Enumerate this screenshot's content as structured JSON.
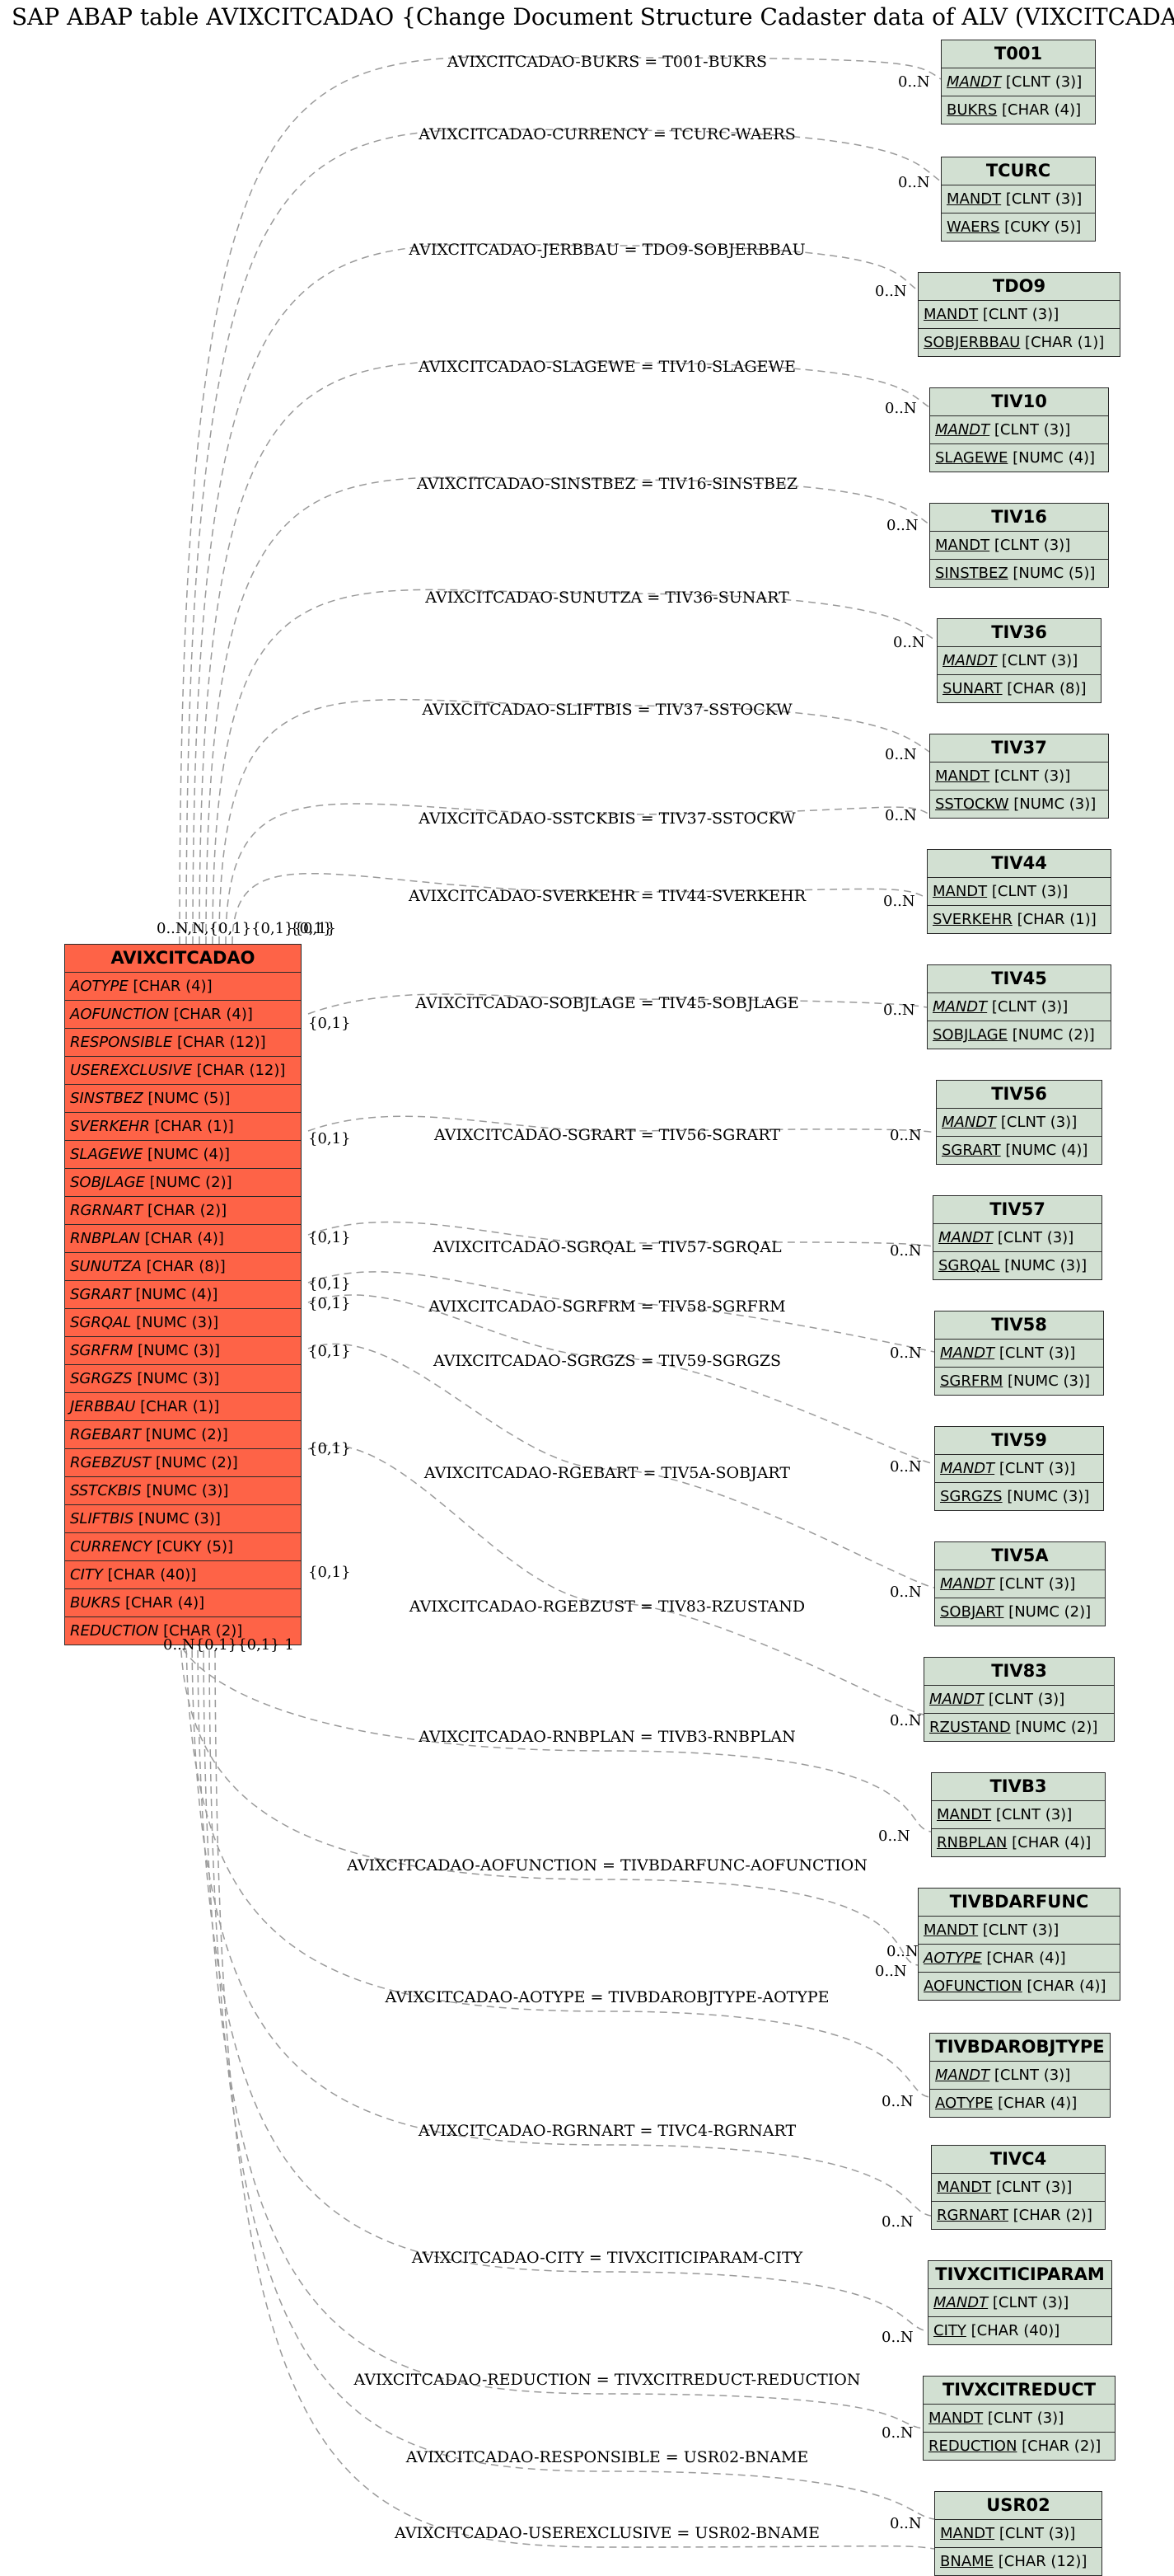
{
  "title": "SAP ABAP table AVIXCITCADAO {Change Document Structure Cadaster data of ALV (VIXCITCADAO)}",
  "main_table": {
    "name": "AVIXCITCADAO",
    "fields": [
      {
        "name": "AOTYPE",
        "type": "[CHAR (4)]"
      },
      {
        "name": "AOFUNCTION",
        "type": "[CHAR (4)]"
      },
      {
        "name": "RESPONSIBLE",
        "type": "[CHAR (12)]"
      },
      {
        "name": "USEREXCLUSIVE",
        "type": "[CHAR (12)]"
      },
      {
        "name": "SINSTBEZ",
        "type": "[NUMC (5)]"
      },
      {
        "name": "SVERKEHR",
        "type": "[CHAR (1)]"
      },
      {
        "name": "SLAGEWE",
        "type": "[NUMC (4)]"
      },
      {
        "name": "SOBJLAGE",
        "type": "[NUMC (2)]"
      },
      {
        "name": "RGRNART",
        "type": "[CHAR (2)]"
      },
      {
        "name": "RNBPLAN",
        "type": "[CHAR (4)]"
      },
      {
        "name": "SUNUTZA",
        "type": "[CHAR (8)]"
      },
      {
        "name": "SGRART",
        "type": "[NUMC (4)]"
      },
      {
        "name": "SGRQAL",
        "type": "[NUMC (3)]"
      },
      {
        "name": "SGRFRM",
        "type": "[NUMC (3)]"
      },
      {
        "name": "SGRGZS",
        "type": "[NUMC (3)]"
      },
      {
        "name": "JERBBAU",
        "type": "[CHAR (1)]"
      },
      {
        "name": "RGEBART",
        "type": "[NUMC (2)]"
      },
      {
        "name": "RGEBZUST",
        "type": "[NUMC (2)]"
      },
      {
        "name": "SSTCKBIS",
        "type": "[NUMC (3)]"
      },
      {
        "name": "SLIFTBIS",
        "type": "[NUMC (3)]"
      },
      {
        "name": "CURRENCY",
        "type": "[CUKY (5)]"
      },
      {
        "name": "CITY",
        "type": "[CHAR (40)]"
      },
      {
        "name": "BUKRS",
        "type": "[CHAR (4)]"
      },
      {
        "name": "REDUCTION",
        "type": "[CHAR (2)]"
      }
    ]
  },
  "top_cardinalities": "0..N,N,{0,1}{0,1}{0,1}",
  "top_cardinalities_2": "{0,1}",
  "bottom_cardinalities": "0..N{0,1}{0,1} 1",
  "bottom_small": "1",
  "side_cardinalities": [
    "{0,1}",
    "{0,1}",
    "{0,1}",
    "{0,1}",
    "{0,1}",
    "{0,1}",
    "{0,1}",
    "{0,1}"
  ],
  "relations": [
    {
      "label": "AVIXCITCADAO-BUKRS = T001-BUKRS",
      "card": "0..N"
    },
    {
      "label": "AVIXCITCADAO-CURRENCY = TCURC-WAERS",
      "card": "0..N"
    },
    {
      "label": "AVIXCITCADAO-JERBBAU = TDO9-SOBJERBBAU",
      "card": "0..N"
    },
    {
      "label": "AVIXCITCADAO-SLAGEWE = TIV10-SLAGEWE",
      "card": "0..N"
    },
    {
      "label": "AVIXCITCADAO-SINSTBEZ = TIV16-SINSTBEZ",
      "card": "0..N"
    },
    {
      "label": "AVIXCITCADAO-SUNUTZA = TIV36-SUNART",
      "card": "0..N"
    },
    {
      "label": "AVIXCITCADAO-SLIFTBIS = TIV37-SSTOCKW",
      "card": "0..N"
    },
    {
      "label": "AVIXCITCADAO-SSTCKBIS = TIV37-SSTOCKW",
      "card": "0..N"
    },
    {
      "label": "AVIXCITCADAO-SVERKEHR = TIV44-SVERKEHR",
      "card": "0..N"
    },
    {
      "label": "AVIXCITCADAO-SOBJLAGE = TIV45-SOBJLAGE",
      "card": "0..N"
    },
    {
      "label": "AVIXCITCADAO-SGRART = TIV56-SGRART",
      "card": "0..N"
    },
    {
      "label": "AVIXCITCADAO-SGRQAL = TIV57-SGRQAL",
      "card": "0..N"
    },
    {
      "label": "AVIXCITCADAO-SGRFRM = TIV58-SGRFRM",
      "card": "0..N"
    },
    {
      "label": "AVIXCITCADAO-SGRGZS = TIV59-SGRGZS",
      "card": "0..N"
    },
    {
      "label": "AVIXCITCADAO-RGEBART = TIV5A-SOBJART",
      "card": "0..N"
    },
    {
      "label": "AVIXCITCADAO-RGEBZUST = TIV83-RZUSTAND",
      "card": "0..N"
    },
    {
      "label": "AVIXCITCADAO-RNBPLAN = TIVB3-RNBPLAN",
      "card": "0..N"
    },
    {
      "label": "AVIXCITCADAO-AOFUNCTION = TIVBDARFUNC-AOFUNCTION",
      "card": "0..N"
    },
    {
      "label": "AVIXCITCADAO-AOTYPE = TIVBDAROBJTYPE-AOTYPE",
      "card": "0..N"
    },
    {
      "label": "AVIXCITCADAO-RGRNART = TIVC4-RGRNART",
      "card": "0..N"
    },
    {
      "label": "AVIXCITCADAO-CITY = TIVXCITICIPARAM-CITY",
      "card": "0..N"
    },
    {
      "label": "AVIXCITCADAO-REDUCTION = TIVXCITREDUCT-REDUCTION",
      "card": "0..N"
    },
    {
      "label": "AVIXCITCADAO-RESPONSIBLE = USR02-BNAME",
      "card": "0..N"
    },
    {
      "label": "AVIXCITCADAO-USEREXCLUSIVE = USR02-BNAME",
      "card": "0..N"
    }
  ],
  "tables": [
    {
      "name": "T001",
      "fields": [
        {
          "name": "MANDT",
          "type": "[CLNT (3)]",
          "italic": true
        },
        {
          "name": "BUKRS",
          "type": "[CHAR (4)]"
        }
      ]
    },
    {
      "name": "TCURC",
      "fields": [
        {
          "name": "MANDT",
          "type": "[CLNT (3)]"
        },
        {
          "name": "WAERS",
          "type": "[CUKY (5)]"
        }
      ]
    },
    {
      "name": "TDO9",
      "fields": [
        {
          "name": "MANDT",
          "type": "[CLNT (3)]"
        },
        {
          "name": "SOBJERBBAU",
          "type": "[CHAR (1)]"
        }
      ]
    },
    {
      "name": "TIV10",
      "fields": [
        {
          "name": "MANDT",
          "type": "[CLNT (3)]",
          "italic": true
        },
        {
          "name": "SLAGEWE",
          "type": "[NUMC (4)]"
        }
      ]
    },
    {
      "name": "TIV16",
      "fields": [
        {
          "name": "MANDT",
          "type": "[CLNT (3)]"
        },
        {
          "name": "SINSTBEZ",
          "type": "[NUMC (5)]"
        }
      ]
    },
    {
      "name": "TIV36",
      "fields": [
        {
          "name": "MANDT",
          "type": "[CLNT (3)]",
          "italic": true
        },
        {
          "name": "SUNART",
          "type": "[CHAR (8)]"
        }
      ]
    },
    {
      "name": "TIV37",
      "fields": [
        {
          "name": "MANDT",
          "type": "[CLNT (3)]"
        },
        {
          "name": "SSTOCKW",
          "type": "[NUMC (3)]"
        }
      ]
    },
    {
      "name": "TIV44",
      "fields": [
        {
          "name": "MANDT",
          "type": "[CLNT (3)]"
        },
        {
          "name": "SVERKEHR",
          "type": "[CHAR (1)]"
        }
      ]
    },
    {
      "name": "TIV45",
      "fields": [
        {
          "name": "MANDT",
          "type": "[CLNT (3)]",
          "italic": true
        },
        {
          "name": "SOBJLAGE",
          "type": "[NUMC (2)]"
        }
      ]
    },
    {
      "name": "TIV56",
      "fields": [
        {
          "name": "MANDT",
          "type": "[CLNT (3)]",
          "italic": true
        },
        {
          "name": "SGRART",
          "type": "[NUMC (4)]"
        }
      ]
    },
    {
      "name": "TIV57",
      "fields": [
        {
          "name": "MANDT",
          "type": "[CLNT (3)]",
          "italic": true
        },
        {
          "name": "SGRQAL",
          "type": "[NUMC (3)]"
        }
      ]
    },
    {
      "name": "TIV58",
      "fields": [
        {
          "name": "MANDT",
          "type": "[CLNT (3)]",
          "italic": true
        },
        {
          "name": "SGRFRM",
          "type": "[NUMC (3)]"
        }
      ]
    },
    {
      "name": "TIV59",
      "fields": [
        {
          "name": "MANDT",
          "type": "[CLNT (3)]",
          "italic": true
        },
        {
          "name": "SGRGZS",
          "type": "[NUMC (3)]"
        }
      ]
    },
    {
      "name": "TIV5A",
      "fields": [
        {
          "name": "MANDT",
          "type": "[CLNT (3)]",
          "italic": true
        },
        {
          "name": "SOBJART",
          "type": "[NUMC (2)]"
        }
      ]
    },
    {
      "name": "TIV83",
      "fields": [
        {
          "name": "MANDT",
          "type": "[CLNT (3)]",
          "italic": true
        },
        {
          "name": "RZUSTAND",
          "type": "[NUMC (2)]"
        }
      ]
    },
    {
      "name": "TIVB3",
      "fields": [
        {
          "name": "MANDT",
          "type": "[CLNT (3)]"
        },
        {
          "name": "RNBPLAN",
          "type": "[CHAR (4)]"
        }
      ]
    },
    {
      "name": "TIVBDARFUNC",
      "fields": [
        {
          "name": "MANDT",
          "type": "[CLNT (3)]"
        },
        {
          "name": "AOTYPE",
          "type": "[CHAR (4)]",
          "italic": true
        },
        {
          "name": "AOFUNCTION",
          "type": "[CHAR (4)]"
        }
      ]
    },
    {
      "name": "TIVBDAROBJTYPE",
      "fields": [
        {
          "name": "MANDT",
          "type": "[CLNT (3)]",
          "italic": true
        },
        {
          "name": "AOTYPE",
          "type": "[CHAR (4)]"
        }
      ]
    },
    {
      "name": "TIVC4",
      "fields": [
        {
          "name": "MANDT",
          "type": "[CLNT (3)]"
        },
        {
          "name": "RGRNART",
          "type": "[CHAR (2)]"
        }
      ]
    },
    {
      "name": "TIVXCITICIPARAM",
      "fields": [
        {
          "name": "MANDT",
          "type": "[CLNT (3)]",
          "italic": true
        },
        {
          "name": "CITY",
          "type": "[CHAR (40)]"
        }
      ]
    },
    {
      "name": "TIVXCITREDUCT",
      "fields": [
        {
          "name": "MANDT",
          "type": "[CLNT (3)]"
        },
        {
          "name": "REDUCTION",
          "type": "[CHAR (2)]"
        }
      ]
    },
    {
      "name": "USR02",
      "fields": [
        {
          "name": "MANDT",
          "type": "[CLNT (3)]"
        },
        {
          "name": "BNAME",
          "type": "[CHAR (12)]"
        }
      ]
    }
  ],
  "colors": {
    "main_table": "#fe6347",
    "related_table": "#d2e0d2",
    "edge": "#9a9a9a"
  }
}
